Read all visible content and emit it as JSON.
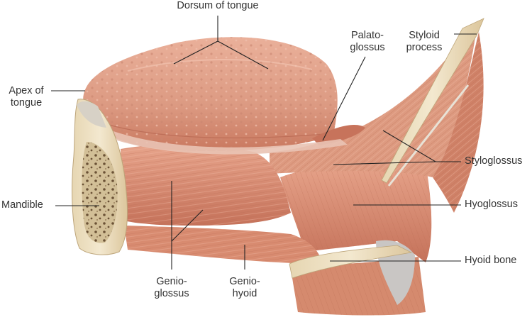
{
  "labels": {
    "dorsum": "Dorsum of tongue",
    "apex": [
      "Apex of",
      "tongue"
    ],
    "palatoglossus": [
      "Palato-",
      "glossus"
    ],
    "styloid": [
      "Styloid",
      "process"
    ],
    "styloglossus": "Styloglossus",
    "hyoglossus": "Hyoglossus",
    "hyoid_bone": "Hyoid bone",
    "mandible": "Mandible",
    "genioglossus": [
      "Genio-",
      "glossus"
    ],
    "geniohyoid": [
      "Genio-",
      "hyoid"
    ]
  },
  "colors": {
    "background": "#ffffff",
    "muscle": "#d98e73",
    "muscle_dark": "#b8634b",
    "muscle_light": "#eab49e",
    "tongue_dorsum": "#e0a08a",
    "bone": "#efe2c4",
    "bone_dark": "#c9b48a",
    "line": "#222222"
  }
}
